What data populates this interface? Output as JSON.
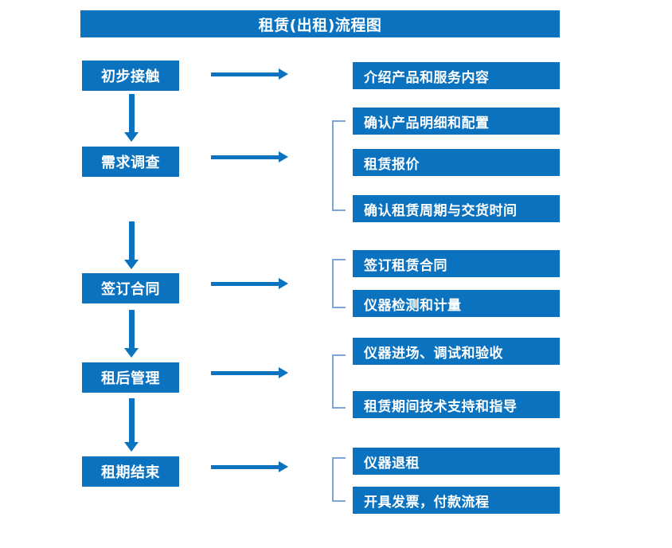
{
  "title": "租赁(出租)流程图",
  "theme": {
    "box_fill": "#0B72BF",
    "box_text": "#FFFFFF",
    "arrow": "#0B72BF",
    "bracket": "#7CA6D8",
    "background": "#FFFFFF"
  },
  "flow": {
    "stages": [
      {
        "id": "initial-contact",
        "label": "初步接触",
        "details": [
          "介绍产品和服务内容"
        ],
        "bracketed": false
      },
      {
        "id": "demand-survey",
        "label": "需求调查",
        "details": [
          "确认产品明细和配置",
          "租赁报价",
          "确认租赁周期与交货时间"
        ],
        "bracketed": true
      },
      {
        "id": "sign-contract",
        "label": "签订合同",
        "details": [
          "签订租赁合同",
          "仪器检测和计量"
        ],
        "bracketed": true
      },
      {
        "id": "post-rental-management",
        "label": "租后管理",
        "details": [
          "仪器进场、调试和验收",
          "租赁期间技术支持和指导"
        ],
        "bracketed": true
      },
      {
        "id": "lease-end",
        "label": "租期结束",
        "details": [
          "仪器退租",
          "开具发票，付款流程"
        ],
        "bracketed": true
      }
    ],
    "connector_icons": {
      "horizontal": "right-arrow-icon",
      "vertical": "down-arrow-icon",
      "group": "group-bracket-icon"
    }
  },
  "chart_data": {
    "type": "diagram",
    "title": "租赁(出租)流程图",
    "nodes": [
      "初步接触",
      "介绍产品和服务内容",
      "需求调查",
      "确认产品明细和配置",
      "租赁报价",
      "确认租赁周期与交货时间",
      "签订合同",
      "签订租赁合同",
      "仪器检测和计量",
      "租后管理",
      "仪器进场、调试和验收",
      "租赁期间技术支持和指导",
      "租期结束",
      "仪器退租",
      "开具发票，付款流程"
    ]
  }
}
